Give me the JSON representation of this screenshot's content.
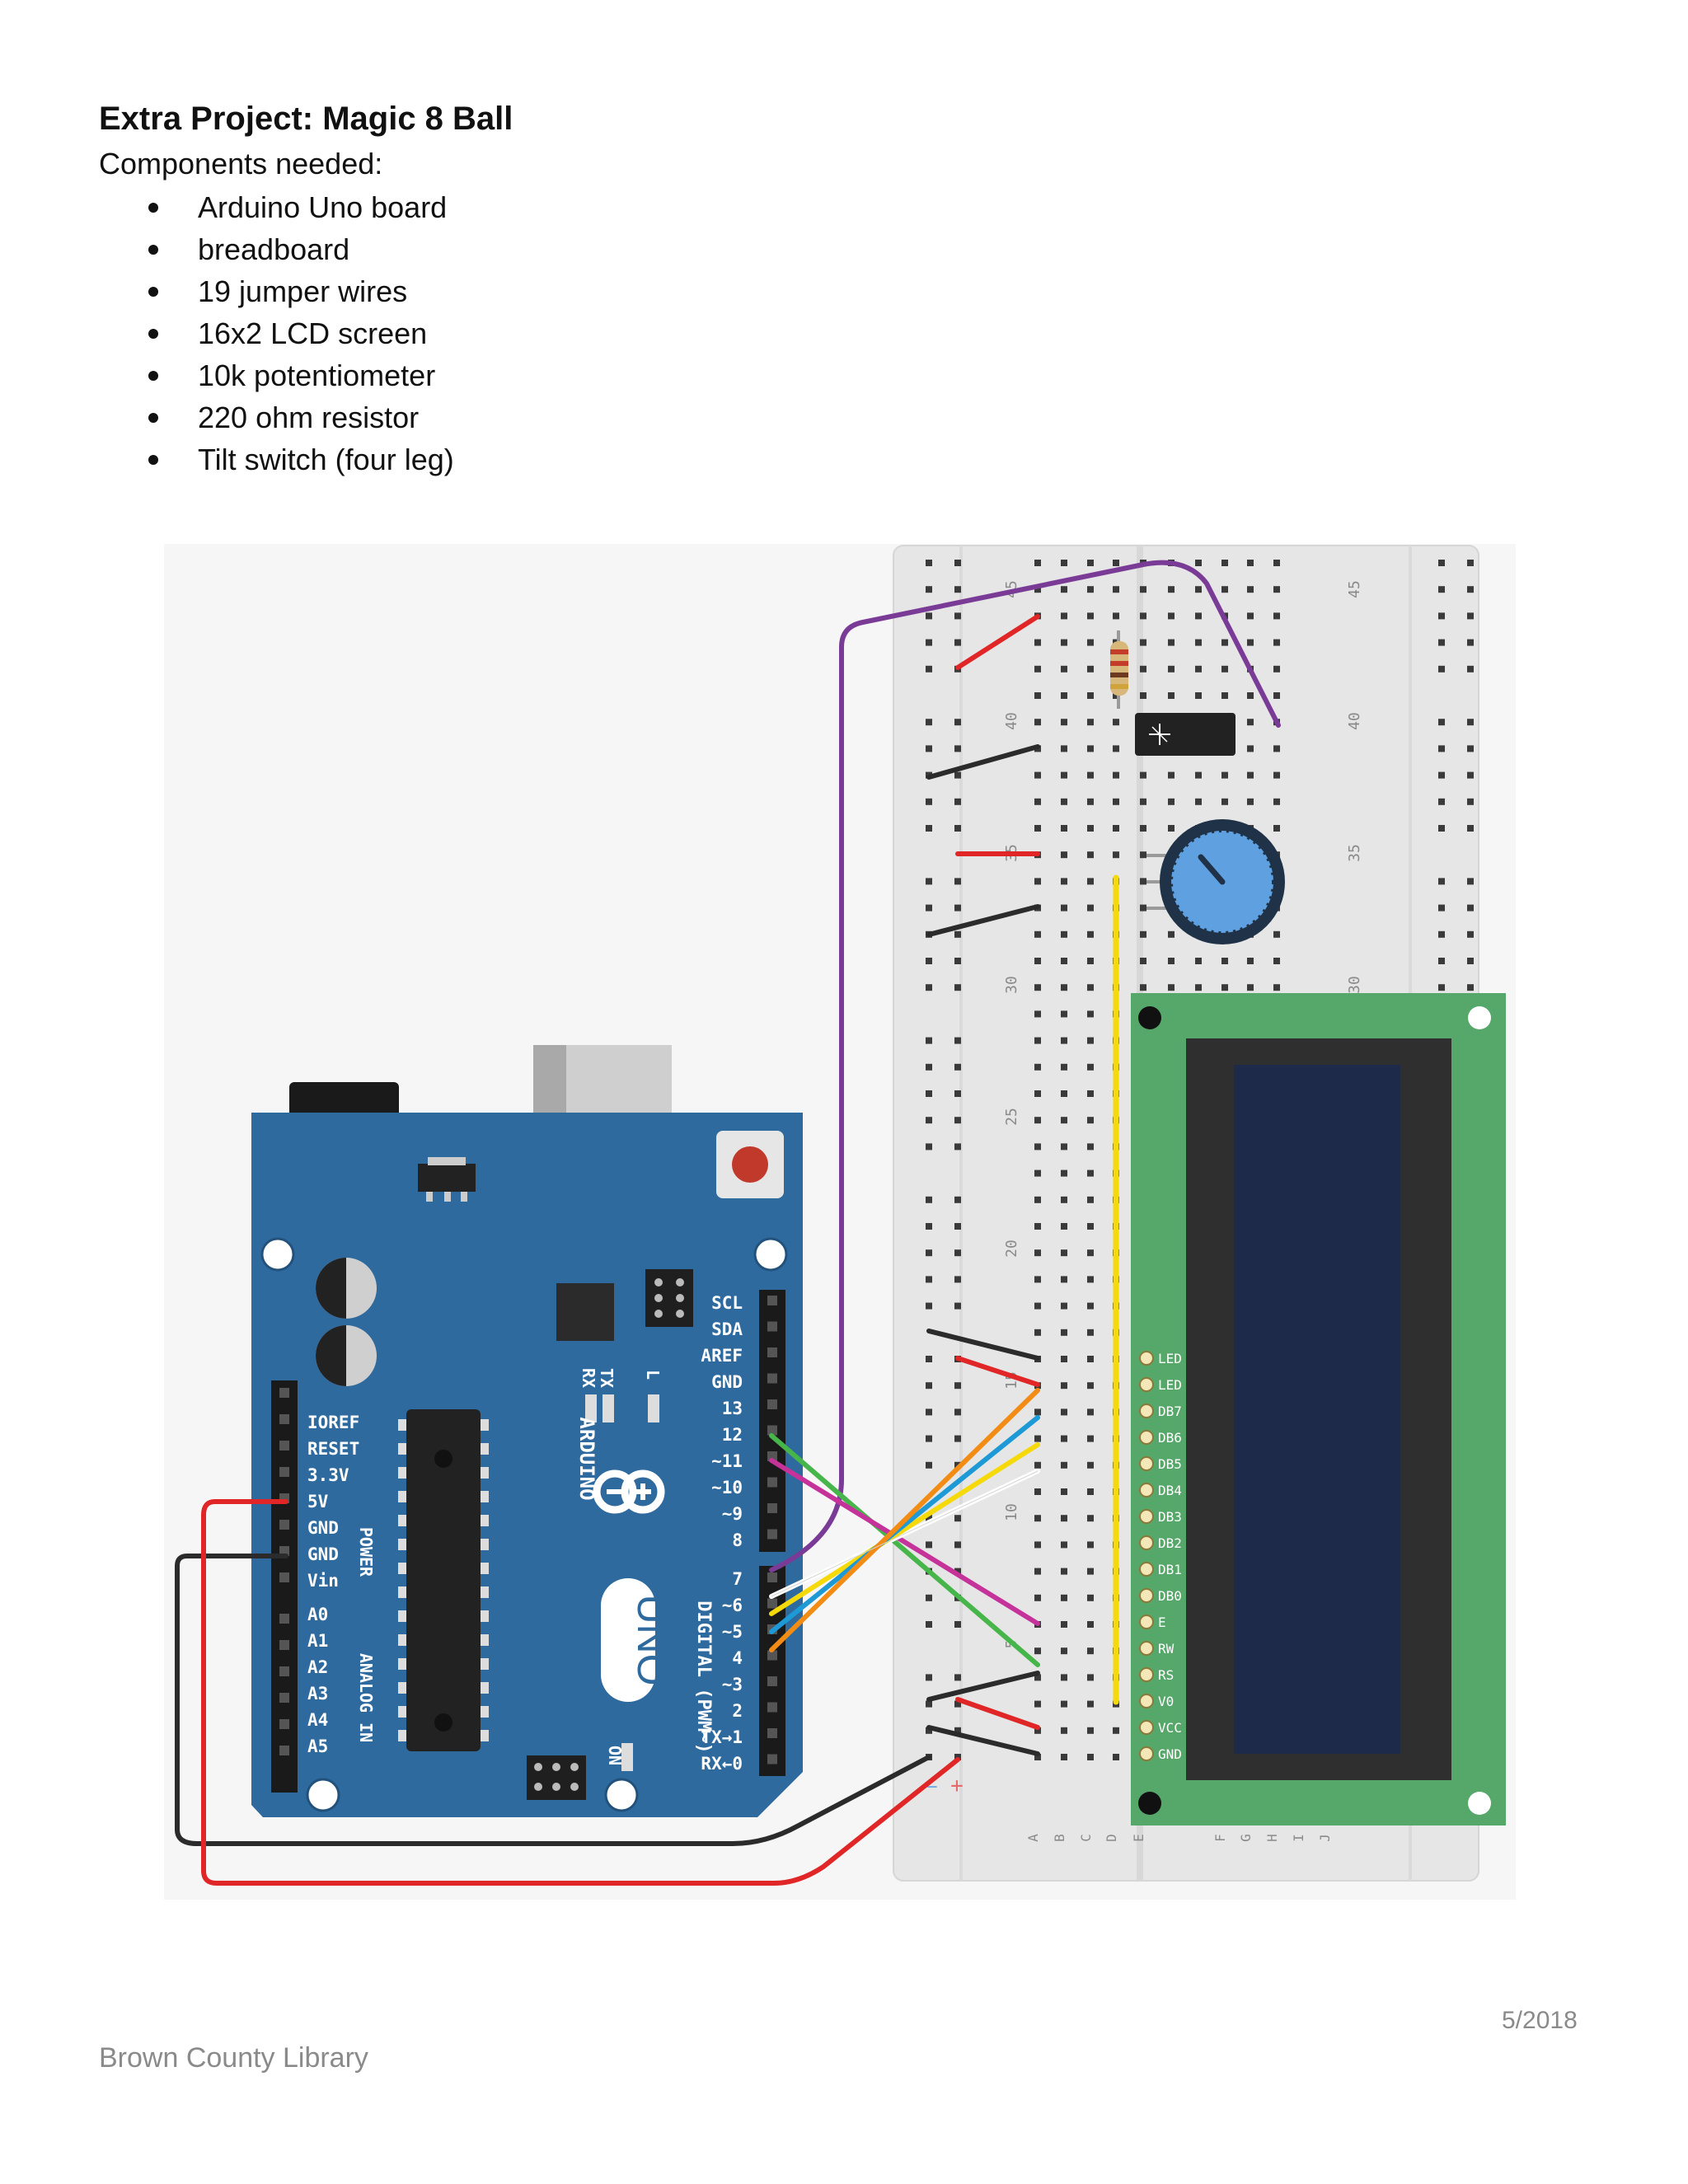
{
  "document": {
    "title": "Extra Project: Magic 8 Ball",
    "subtitle": "Components needed:",
    "components": [
      "Arduino Uno board",
      "breadboard",
      "19 jumper wires",
      "16x2 LCD screen",
      "10k potentiometer",
      "220 ohm resistor",
      "Tilt switch (four leg)"
    ],
    "date": "5/2018",
    "footer": "Brown County Library"
  },
  "figure": {
    "arduino": {
      "brand": "ARDUINO",
      "model": "UNO",
      "power_pins": [
        "IOREF",
        "RESET",
        "3.3V",
        "5V",
        "GND",
        "GND",
        "Vin"
      ],
      "power_label": "POWER",
      "analog_pins": [
        "A0",
        "A1",
        "A2",
        "A3",
        "A4",
        "A5"
      ],
      "analog_label": "ANALOG IN",
      "digital_top": [
        "SCL",
        "SDA",
        "AREF",
        "GND",
        "13",
        "12",
        "~11",
        "~10",
        "~9",
        "8"
      ],
      "digital_bottom": [
        "7",
        "~6",
        "~5",
        "4",
        "~3",
        "2",
        "TX→1",
        "RX←0"
      ],
      "digital_label": "DIGITAL (PWM~)",
      "tx": "TX",
      "rx": "RX",
      "l": "L",
      "on": "ON"
    },
    "breadboard": {
      "row_numbers": [
        "45",
        "40",
        "35",
        "30",
        "25",
        "20",
        "15",
        "10",
        "5"
      ],
      "right_numbers": [
        "45",
        "40",
        "35",
        "30"
      ],
      "column_letters": [
        "A",
        "B",
        "C",
        "D",
        "E",
        "F",
        "G",
        "H",
        "I",
        "J"
      ],
      "minus": "−",
      "plus": "+"
    },
    "lcd": {
      "pins": [
        "LED",
        "LED",
        "DB7",
        "DB6",
        "DB5",
        "DB4",
        "DB3",
        "DB2",
        "DB1",
        "DB0",
        "E",
        "RW",
        "RS",
        "V0",
        "VCC",
        "GND"
      ]
    },
    "colors": {
      "board_blue": "#2e6a9e",
      "breadboard": "#e6e6e6",
      "lcd_green": "#55a86a",
      "lcd_screen": "#1e2a4a",
      "wire_red": "#e02626",
      "wire_black": "#2b2b2b",
      "wire_purple": "#7a3b97",
      "wire_yellow": "#f5d90a",
      "wire_orange": "#f28c14",
      "wire_blue": "#1d9ad6",
      "wire_white": "#ffffff",
      "wire_green": "#46b54a",
      "wire_magenta": "#c4329a"
    }
  }
}
